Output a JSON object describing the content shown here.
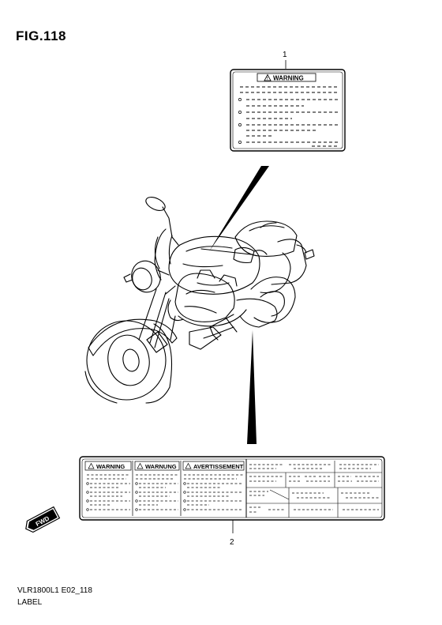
{
  "figure": {
    "title": "FIG.118"
  },
  "callouts": [
    {
      "number": "1"
    },
    {
      "number": "2"
    }
  ],
  "label_1": {
    "header": "WARNING"
  },
  "label_2": {
    "headers": [
      "WARNING",
      "WARNUNG",
      "AVERTISSEMENT"
    ]
  },
  "direction_badge": {
    "text": "FWD"
  },
  "footer": {
    "code": "VLR1800L1 E02_118",
    "section": "LABEL"
  }
}
